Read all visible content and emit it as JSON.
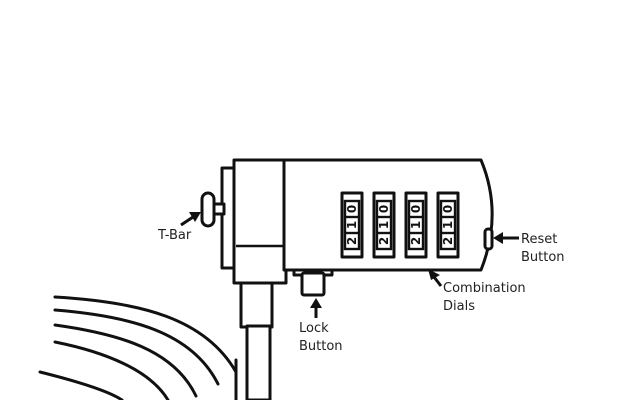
{
  "labels": {
    "t_bar": "T-Bar",
    "reset_button": [
      "Reset",
      "Button"
    ],
    "combination_dials": [
      "Combination",
      "Dials"
    ],
    "lock_button": [
      "Lock",
      "Button"
    ]
  },
  "dials": [
    {
      "top": "0",
      "middle": "1",
      "bottom": "2"
    },
    {
      "top": "0",
      "middle": "1",
      "bottom": "2"
    },
    {
      "top": "0",
      "middle": "1",
      "bottom": "2"
    },
    {
      "top": "0",
      "middle": "1",
      "bottom": "2"
    }
  ]
}
